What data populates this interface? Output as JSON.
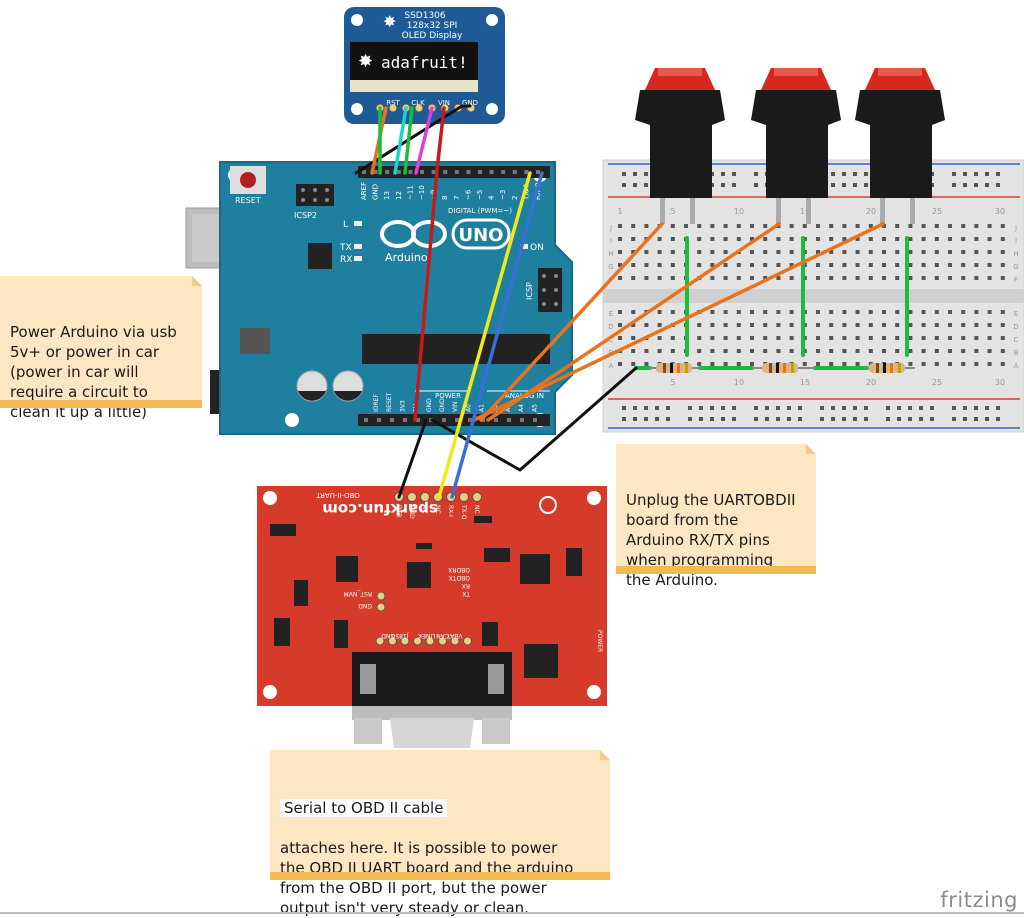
{
  "oled": {
    "model": "SSD1306",
    "subtitle_line1": "128x32 SPI",
    "subtitle_line2": "OLED Display",
    "screen_text": "adafruit!",
    "pins": [
      "RST",
      "CLK",
      "VIN",
      "GND"
    ]
  },
  "arduino": {
    "reset_label": "RESET",
    "icsp2_label": "ICSP2",
    "icsp_label": "ICSP",
    "l_label": "L",
    "tx_label": "TX",
    "rx_label": "RX",
    "on_label": "ON",
    "uno_label": "UNO",
    "brand_label": "Arduino",
    "digital_label": "DIGITAL (PWM=~)",
    "power_label": "POWER",
    "analog_label": "ANALOG IN",
    "top_header_labels": [
      "AREF",
      "GND",
      "13",
      "12",
      "~11",
      "~10",
      "~9",
      "8",
      "7",
      "~6",
      "~5",
      "4",
      "~3",
      "2",
      "TX▸1",
      "RX◂0"
    ],
    "bottom_header_labels": [
      "IOREF",
      "RESET",
      "3V3",
      "5V",
      "GND",
      "GND",
      "VIN",
      "A0",
      "A1",
      "A2",
      "A3",
      "A4",
      "A5"
    ]
  },
  "breadboard": {
    "column_numbers": [
      "1",
      "5",
      "10",
      "15",
      "20",
      "25",
      "30"
    ],
    "row_letters_top": [
      "J",
      "I",
      "H",
      "G",
      "F"
    ],
    "row_letters_bottom": [
      "E",
      "D",
      "C",
      "B",
      "A"
    ]
  },
  "uart_board": {
    "brand": "sparkfun.com",
    "product": "OBD-II-UART",
    "top_pins": [
      "DTR",
      "GND",
      "NC",
      "NC",
      "RX-I",
      "TX-O",
      "NC"
    ],
    "side_labels": [
      "RST_NVM",
      "GND"
    ],
    "led_labels": [
      "OBDRX",
      "OBDTX",
      "RX",
      "TX"
    ],
    "bottom_pins": [
      "GND",
      "J1850",
      "K",
      "LINE",
      "CAN",
      "VBAT"
    ],
    "power_label": "POWER"
  },
  "notes": {
    "power": "Power Arduino via usb\n5v+ or power in car\n(power in car will\nrequire a circuit to\nclean it up a little)",
    "uart": "Unplug the UARTOBDII\nboard from the\nArduino RX/TX pins\nwhen programming\nthe Arduino.",
    "serial_first": "Serial to OBD II cable",
    "serial_rest": "attaches here.  It is  possible to power\nthe OBD II UART board and the arduino\nfrom the OBD II port, but the power\noutput isn't very steady or clean."
  },
  "logo": "fritzing",
  "colors": {
    "arduino_board": "#1f7f9e",
    "uart_board": "#d63a2a",
    "oled_board": "#1e5b96",
    "breadboard": "#e3e3e3",
    "note_bg": "#fde6c2",
    "note_bar": "#f4b957",
    "wire_green": "#1dbd3c",
    "wire_orange": "#e8731e",
    "wire_cyan": "#1ed2d2",
    "wire_magenta": "#e23ce0",
    "wire_red": "#c21b1b",
    "wire_yellow": "#f2e81a",
    "wire_blue": "#3a6fd8",
    "wire_black": "#111111",
    "button_cap": "#d7281e"
  }
}
